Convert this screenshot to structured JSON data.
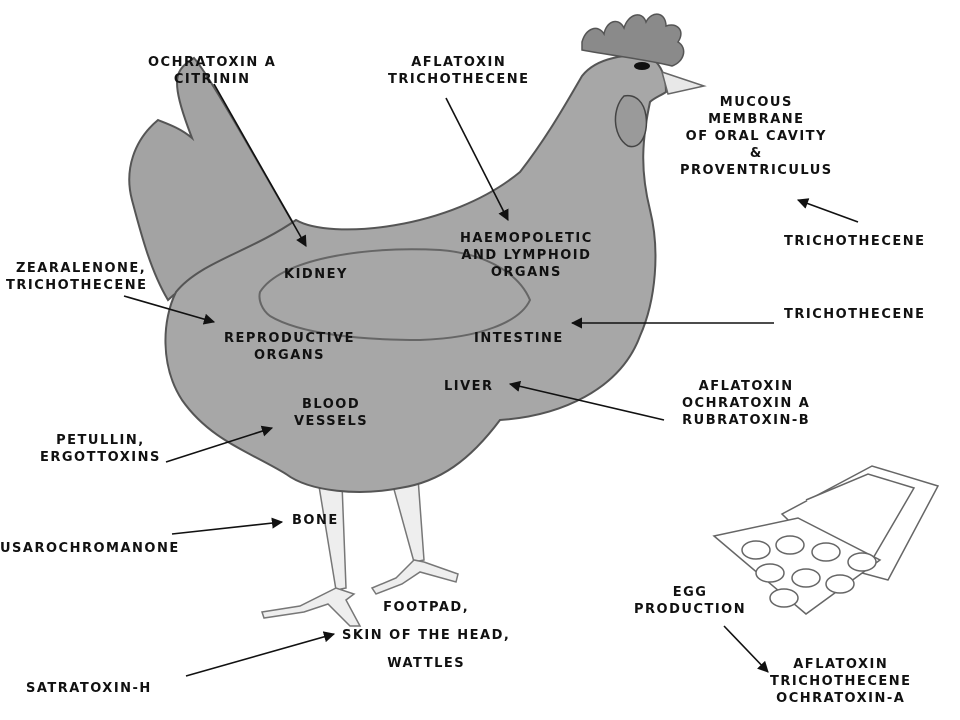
{
  "colors": {
    "body_fill": "#a7a7a7",
    "body_stroke": "#555555",
    "comb_fill": "#8a8a8a",
    "leg_fill": "#eeeeee",
    "text": "#111111",
    "arrow": "#111111"
  },
  "organs": {
    "kidney": "KIDNEY",
    "haemopoietic": [
      "HAEMOPOLETIC",
      "AND LYMPHOID",
      "ORGANS"
    ],
    "reproductive": [
      "REPRODUCTIVE",
      "ORGANS"
    ],
    "intestine": "INTESTINE",
    "liver": "LIVER",
    "blood_vessels": [
      "BLOOD",
      "VESSELS"
    ],
    "bone": "BONE",
    "skin": [
      "FOOTPAD,",
      "SKIN OF THE HEAD,",
      "WATTLES"
    ],
    "mucous": [
      "MUCOUS",
      "MEMBRANE",
      "OF ORAL CAVITY",
      "&",
      "PROVENTRICULUS"
    ],
    "egg": [
      "EGG",
      "PRODUCTION"
    ]
  },
  "toxins": {
    "ochratoxin_citrinin": [
      "OCHRATOXIN A",
      "CITRININ"
    ],
    "aflatoxin_trichothecene": [
      "AFLATOXIN",
      "TRICHOTHECENE"
    ],
    "zearalenone": [
      "ZEARALENONE,",
      "TRICHOTHECENE"
    ],
    "trichothecene_mucous": "TRICHOTHECENE",
    "trichothecene_intestine": "TRICHOTHECENE",
    "liver_toxins": [
      "AFLATOXIN",
      "OCHRATOXIN A",
      "RUBRATOXIN-B"
    ],
    "petullin": [
      "PETULLIN,",
      "ERGOTTOXINS"
    ],
    "usaro": "USAROCHROMANONE",
    "satratoxin": "SATRATOXIN-H",
    "egg_toxins": [
      "AFLATOXIN",
      "TRICHOTHECENE",
      "OCHRATOXIN-A"
    ]
  }
}
